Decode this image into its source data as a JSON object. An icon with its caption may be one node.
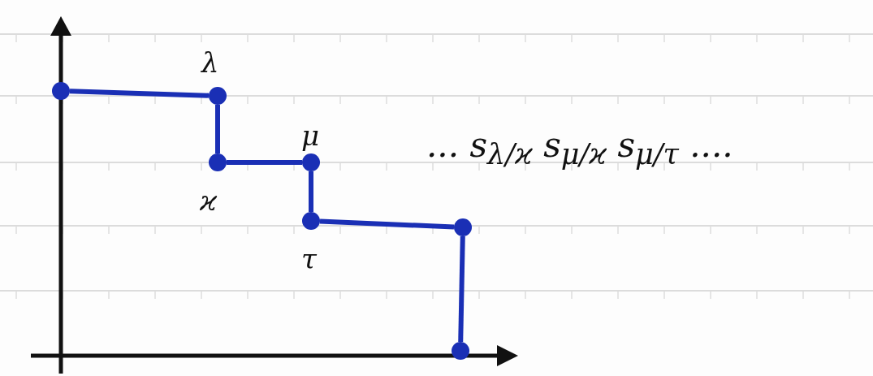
{
  "diagram": {
    "nodes": [
      {
        "text": [],
        "shape": "circle"
      },
      {
        "text": [],
        "shape": "circle",
        "beside": [
          "λ"
        ]
      },
      {
        "text": [],
        "shape": "circle",
        "beside": [
          "ϰ"
        ]
      },
      {
        "text": [],
        "shape": "circle",
        "beside": [
          "μ"
        ]
      },
      {
        "text": [],
        "shape": "circle",
        "beside": [
          "τ"
        ]
      },
      {
        "text": [],
        "shape": "circle"
      },
      {
        "text": [],
        "shape": "circle"
      }
    ],
    "edges": [
      {
        "from": 0,
        "to": 1,
        "arrow": "none"
      },
      {
        "from": 1,
        "to": 2,
        "arrow": "none"
      },
      {
        "from": 2,
        "to": 3,
        "arrow": "none"
      },
      {
        "from": 3,
        "to": 4,
        "arrow": "none"
      },
      {
        "from": 4,
        "to": 5,
        "arrow": "none"
      },
      {
        "from": 5,
        "to": 6,
        "arrow": "none"
      }
    ],
    "labels": [
      "... s$_{λ/ϰ}$ s$_{μ/ϰ}$ s$_{μ/τ}$ ...."
    ]
  }
}
